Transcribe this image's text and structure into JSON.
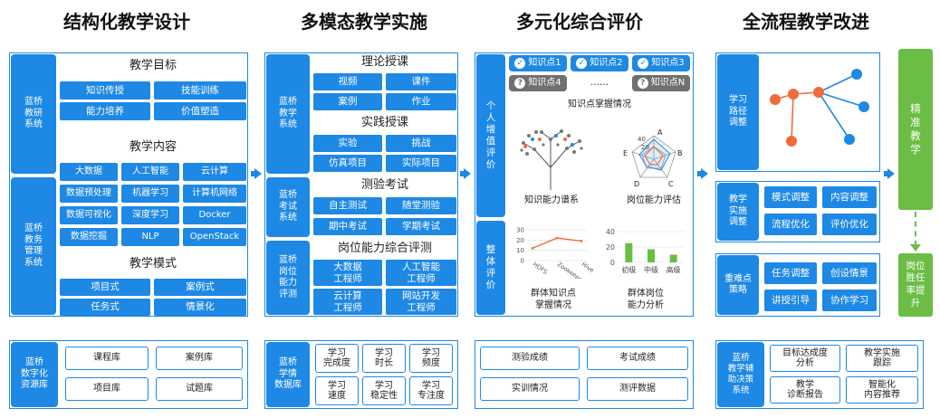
{
  "titles": [
    "结构化教学设计",
    "多模态教学实施",
    "多元化综合评价",
    "全流程教学改进"
  ],
  "col1": {
    "side_top": "蓝桥\n教研\n系统",
    "side_mid": "蓝桥\n教务\n管理\n系统",
    "objectives_title": "教学目标",
    "objectives": [
      "知识传授",
      "技能训练",
      "能力培养",
      "价值塑造"
    ],
    "content_title": "教学内容",
    "content": [
      "大数据",
      "人工智能",
      "云计算",
      "数据预处理",
      "机器学习",
      "计算机网络",
      "数据可视化",
      "深度学习",
      "Docker",
      "数据挖掘",
      "NLP",
      "OpenStack"
    ],
    "mode_title": "教学模式",
    "modes": [
      "项目式",
      "案例式",
      "任务式",
      "情景化"
    ],
    "bottom_side": "蓝桥\n数字化\n资源库",
    "bottom_items": [
      "课程库",
      "案例库",
      "项目库",
      "试题库"
    ]
  },
  "col2": {
    "side_a": "蓝桥\n教学\n系统",
    "side_b": "蓝桥\n考试\n系统",
    "side_c": "蓝桥\n岗位\n能力\n评测",
    "theory_title": "理论授课",
    "theory": [
      "视频",
      "课件",
      "案例",
      "作业"
    ],
    "practice_title": "实践授课",
    "practice": [
      "实验",
      "挑战",
      "仿真项目",
      "实际项目"
    ],
    "exam_title": "测验考试",
    "exam": [
      "自主测试",
      "随堂测验",
      "期中考试",
      "学期考试"
    ],
    "job_title": "岗位能力综合评测",
    "job": [
      "大数据\n工程师",
      "人工智能\n工程师",
      "云计算\n工程师",
      "网站开发\n工程师"
    ],
    "bottom_side": "蓝桥\n学情\n数据库",
    "bottom_items": [
      "学习\n完成度",
      "学习\n时长",
      "学习\n频度",
      "学习\n速度",
      "学习\n稳定性",
      "学习\n专注度"
    ]
  },
  "col3": {
    "side_personal": "个\n人\n增\n值\n评\n价",
    "side_overall": "整\n体\n评\n价",
    "knowledge_tags": [
      "知识点1",
      "知识点2",
      "知识点3",
      "知识点4",
      "……",
      "知识点N"
    ],
    "mastery_label": "知识点掌握情况",
    "graph_label": "知识能力谱系",
    "radar_label": "岗位能力评估",
    "radar_axes": [
      "A",
      "B",
      "C",
      "D",
      "E"
    ],
    "radar_ticks": [
      "40",
      "20"
    ],
    "line_ticks": [
      "30",
      "20",
      "10",
      "0"
    ],
    "line_x": [
      "HDFS",
      "Zookeeper",
      "Hive"
    ],
    "group_mastery_label": "群体知识点\n掌握情况",
    "bar_ticks": [
      "40",
      "20",
      "0"
    ],
    "bar_categories": [
      "初级",
      "中级",
      "高级"
    ],
    "group_job_label": "群体岗位\n能力分析",
    "bottom_items": [
      "测验成绩",
      "考试成绩",
      "实训情况",
      "测评数据"
    ]
  },
  "col4": {
    "path_label": "学习\n路径\n调整",
    "impl_label": "教学\n实施\n调整",
    "impl_items": [
      "模式调整",
      "内容调整",
      "流程优化",
      "评价优化"
    ],
    "key_label": "重难点\n策略",
    "key_items": [
      "任务调整",
      "创设情景",
      "讲授引导",
      "协作学习"
    ],
    "precise": "精\n准\n教\n学",
    "job_rate": "岗位\n胜任\n率提\n升",
    "bottom_side": "蓝桥\n教学辅\n助决策\n系统",
    "bottom_items": [
      "目标达成度\n分析",
      "教学实施\n跟踪",
      "教学\n诊断报告",
      "智能化\n内容推荐"
    ]
  },
  "colors": {
    "accent": "#1e88e5",
    "green": "#6cbd45",
    "orange": "#ef6c3a",
    "gray": "#707070"
  },
  "chart_data": [
    {
      "type": "line",
      "title": "",
      "x": [
        "HDFS",
        "Zookeeper",
        "Hive"
      ],
      "values": [
        12,
        22,
        19
      ],
      "ylim": [
        0,
        30
      ]
    },
    {
      "type": "bar",
      "title": "",
      "categories": [
        "初级",
        "中级",
        "高级"
      ],
      "values": [
        25,
        17,
        10
      ],
      "ylim": [
        0,
        40
      ]
    }
  ]
}
